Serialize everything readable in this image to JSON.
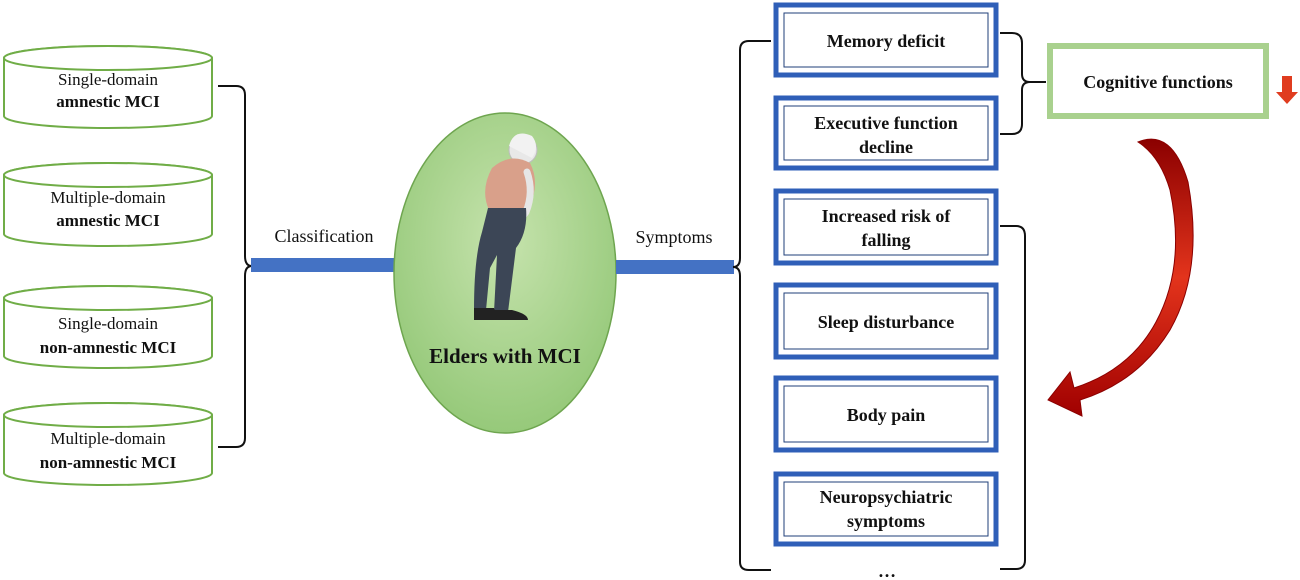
{
  "classification": {
    "label": "Classification",
    "types": [
      {
        "line1": "Single-domain",
        "line2": "amnestic MCI"
      },
      {
        "line1": "Multiple-domain",
        "line2": "amnestic MCI"
      },
      {
        "line1": "Single-domain",
        "line2": "non-amnestic MCI"
      },
      {
        "line1": "Multiple-domain",
        "line2": "non-amnestic MCI"
      }
    ]
  },
  "center": {
    "label": "Elders with MCI"
  },
  "symptoms": {
    "label": "Symptoms",
    "items": [
      {
        "line1": "Memory deficit",
        "line2": ""
      },
      {
        "line1": "Executive function",
        "line2": "decline"
      },
      {
        "line1": "Increased risk of",
        "line2": "falling"
      },
      {
        "line1": "Sleep disturbance",
        "line2": ""
      },
      {
        "line1": "Body pain",
        "line2": ""
      },
      {
        "line1": "Neuropsychiatric",
        "line2": "symptoms"
      }
    ],
    "more": "…"
  },
  "outcome": {
    "label": "Cognitive functions"
  },
  "colors": {
    "box_border": "#2f5fb8",
    "connector": "#4472c4",
    "cylinder_border": "#70ad47",
    "outcome_border": "#a9d18e",
    "ellipse_fill": "#a9d18e",
    "arrow_red": "#c00000",
    "down_arrow": "#e03c1f"
  }
}
